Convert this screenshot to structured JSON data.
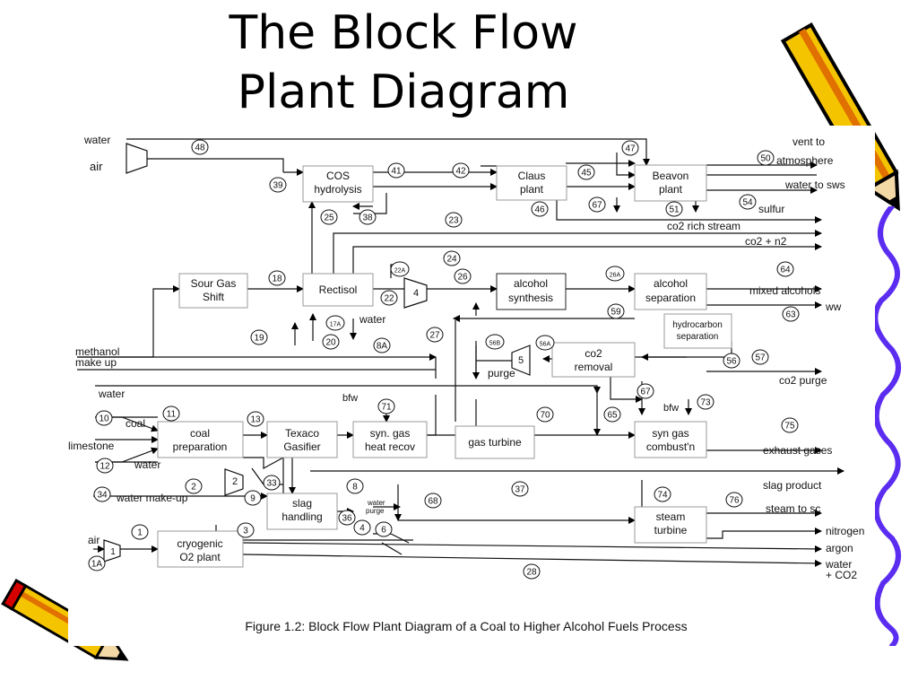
{
  "slide_title_line1": "The Block Flow",
  "slide_title_line2": "Plant Diagram",
  "caption": "Figure 1.2: Block Flow Plant Diagram of a Coal to Higher Alcohol Fuels Process",
  "units": {
    "cos": [
      "COS",
      "hydrolysis"
    ],
    "claus": [
      "Claus",
      "plant"
    ],
    "beavon": [
      "Beavon",
      "plant"
    ],
    "shift": [
      "Sour  Gas",
      "Shift"
    ],
    "rectisol": [
      "Rectisol"
    ],
    "synthesis": [
      "alcohol",
      "synthesis"
    ],
    "separation": [
      "alcohol",
      "separation"
    ],
    "hcsep": [
      "hydrocarbon",
      "separation"
    ],
    "co2rem": [
      "co2",
      "removal"
    ],
    "coalprep": [
      "coal",
      "preparation"
    ],
    "texaco": [
      "Texaco",
      "Gasifier"
    ],
    "heatrecov": [
      "syn. gas",
      "heat recov"
    ],
    "gasturbine": [
      "gas turbine"
    ],
    "combust": [
      "syn gas",
      "combust'n"
    ],
    "slag": [
      "slag",
      "handling"
    ],
    "steamturbine": [
      "steam",
      "turbine"
    ],
    "cryo": [
      "cryogenic",
      "O2 plant"
    ]
  },
  "streams": {
    "water_top": "water",
    "air_top": "air",
    "vent": "vent to",
    "atmosphere": "atmosphere",
    "water_sws": "water to sws",
    "sulfur": "sulfur",
    "co2_rich": "co2 rich stream",
    "co2_n2": "co2 + n2",
    "mixed_alcohols": "mixed alcohols",
    "ww": "ww",
    "water_mid": "water",
    "methanol": "methanol",
    "make_up": "make up",
    "purge": "purge",
    "co2_purge": "co2 purge",
    "water_left": "water",
    "bfw1": "bfw",
    "bfw2": "bfw",
    "coal": "coal",
    "limestone": "limestone",
    "water_low": "water",
    "exhaust": "exhaust gases",
    "water_makeup": "water  make-up",
    "slag_product": "slag product",
    "water_purge": "water",
    "purge2": "purge",
    "steam_sc": "steam to sc",
    "air_bottom": "air",
    "nitrogen": "nitrogen",
    "argon": "argon",
    "water_out": "water",
    "plus_co2": "+ CO2"
  },
  "stream_numbers": {
    "s48": "48",
    "s39": "39",
    "s41": "41",
    "s42": "42",
    "s45": "45",
    "s47": "47",
    "s50": "50",
    "s54": "54",
    "s67a": "67",
    "s51": "51",
    "s46": "46",
    "s38": "38",
    "s25": "25",
    "s23": "23",
    "s24": "24",
    "s18": "18",
    "s22a": "22A",
    "s22": "22",
    "s26": "26",
    "s26a": "26A",
    "s64": "64",
    "s63": "63",
    "s17a": "17A",
    "s59": "59",
    "s19": "19",
    "s20": "20",
    "s8a": "8A",
    "s27": "27",
    "s56b": "56B",
    "s56a": "56A",
    "s5": "5",
    "s56": "56",
    "s57": "57",
    "s4": "4",
    "s67b": "67",
    "s73": "73",
    "s71": "71",
    "s70": "70",
    "s65": "65",
    "s75": "75",
    "s10": "10",
    "s11": "11",
    "s13": "13",
    "s12": "12",
    "s33": "33",
    "s2": "2",
    "s2c": "2",
    "s9": "9",
    "s8": "8",
    "s37": "37",
    "s34": "34",
    "s68": "68",
    "s74": "74",
    "s36": "36",
    "s76": "76",
    "s3": "3",
    "s4b": "4",
    "s6": "6",
    "s1": "1",
    "s1c": "1",
    "s1a": "1A",
    "s28": "28"
  }
}
